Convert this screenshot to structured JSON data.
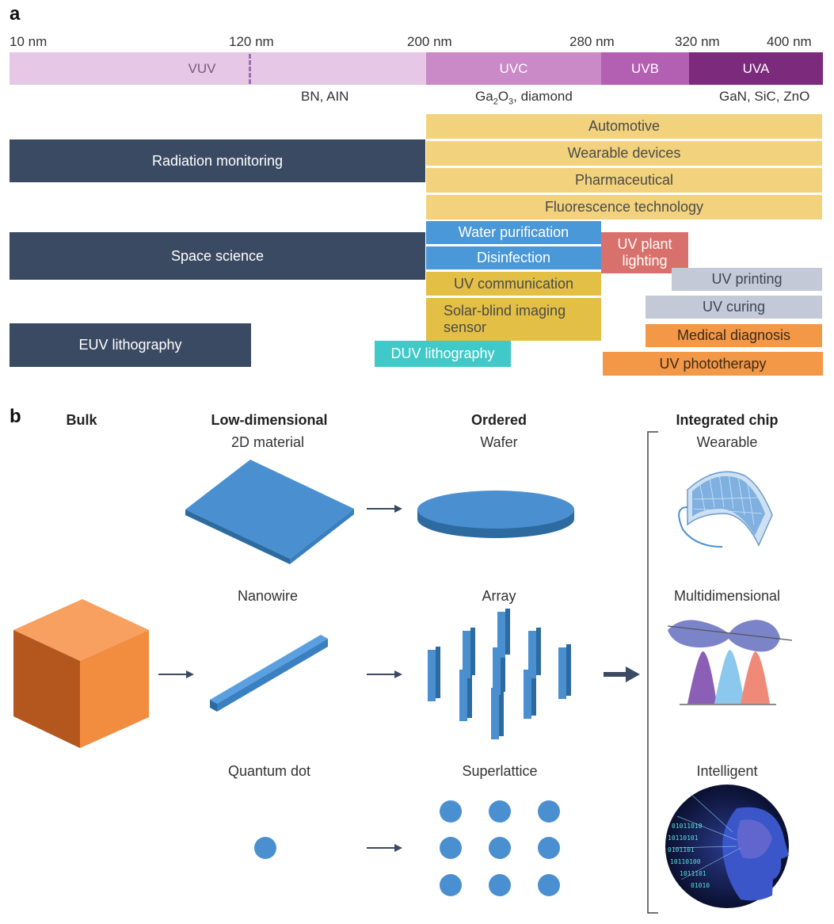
{
  "panel_a": {
    "label": "a",
    "ticks": [
      "10 nm",
      "120 nm",
      "200 nm",
      "280 nm",
      "320 nm",
      "400 nm"
    ],
    "bands": [
      "VUV",
      "UVC",
      "UVB",
      "UVA"
    ],
    "materials": {
      "vuv": "BN, AIN",
      "uvc_prefix": "Ga",
      "uvc_sub1": "2",
      "uvc_mid": "O",
      "uvc_sub2": "3",
      "uvc_suffix": ", diamond",
      "uva": "GaN, SiC, ZnO"
    },
    "applications": {
      "radiation_monitoring": "Radiation monitoring",
      "space_science": "Space science",
      "euv_lithography": "EUV lithography",
      "automotive": "Automotive",
      "wearable_devices": "Wearable devices",
      "pharmaceutical": "Pharmaceutical",
      "fluorescence": "Fluorescence technology",
      "water_purification": "Water purification",
      "disinfection": "Disinfection",
      "uv_communication": "UV communication",
      "solar_blind": "Solar-blind imaging sensor",
      "duv_lithography": "DUV lithography",
      "uv_plant_lighting": "UV plant lighting",
      "uv_printing": "UV printing",
      "uv_curing": "UV curing",
      "medical_diagnosis": "Medical diagnosis",
      "uv_phototherapy": "UV phototherapy"
    }
  },
  "panel_b": {
    "label": "b",
    "columns": {
      "bulk": "Bulk",
      "low_dimensional": "Low-dimensional",
      "ordered": "Ordered",
      "integrated_chip": "Integrated chip"
    },
    "items": {
      "material_2d": "2D material",
      "wafer": "Wafer",
      "nanowire": "Nanowire",
      "array": "Array",
      "quantum_dot": "Quantum dot",
      "superlattice": "Superlattice",
      "wearable": "Wearable",
      "multidimensional": "Multidimensional",
      "intelligent": "Intelligent"
    },
    "code_text": [
      "01011010",
      "10110101",
      "0101101",
      "10110100",
      "1011101",
      "01010"
    ]
  },
  "colors": {
    "vuv": "#e6c8e6",
    "uvc": "#c98ac7",
    "uvb": "#b35fb2",
    "uva": "#7b2a7c",
    "navy": "#3b4a63",
    "yellow": "#f2d27c",
    "gold": "#e3bf45",
    "blue": "#4a98d8",
    "red": "#d8716b",
    "grey": "#c3c9d6",
    "orange": "#f29847",
    "teal": "#3fc9c8",
    "cube_orange": "#f28c3f",
    "shape_blue": "#4a90d0"
  }
}
